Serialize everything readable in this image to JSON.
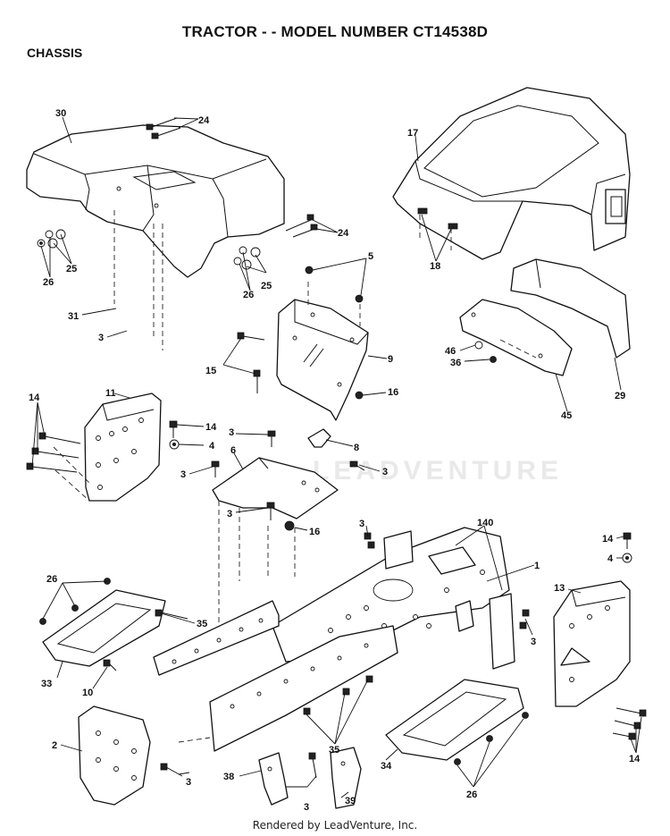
{
  "header": {
    "title": "TRACTOR - - MODEL NUMBER CT14538D",
    "section": "CHASSIS"
  },
  "watermark": "LEADVENTURE",
  "footer": "Rendered by LeadVenture, Inc.",
  "callouts": [
    {
      "id": "c30",
      "label": "30"
    },
    {
      "id": "c24a",
      "label": "24"
    },
    {
      "id": "c24b",
      "label": "24"
    },
    {
      "id": "c17",
      "label": "17"
    },
    {
      "id": "c18",
      "label": "18"
    },
    {
      "id": "c25a",
      "label": "25"
    },
    {
      "id": "c26a",
      "label": "26"
    },
    {
      "id": "c26b",
      "label": "26"
    },
    {
      "id": "c25b",
      "label": "25"
    },
    {
      "id": "c5",
      "label": "5"
    },
    {
      "id": "c31",
      "label": "31"
    },
    {
      "id": "c3a",
      "label": "3"
    },
    {
      "id": "c46",
      "label": "46"
    },
    {
      "id": "c36",
      "label": "36"
    },
    {
      "id": "c9",
      "label": "9"
    },
    {
      "id": "c15",
      "label": "15"
    },
    {
      "id": "c29",
      "label": "29"
    },
    {
      "id": "c16a",
      "label": "16"
    },
    {
      "id": "c45",
      "label": "45"
    },
    {
      "id": "c14a",
      "label": "14"
    },
    {
      "id": "c11",
      "label": "11"
    },
    {
      "id": "c14b",
      "label": "14"
    },
    {
      "id": "c3b",
      "label": "3"
    },
    {
      "id": "c4a",
      "label": "4"
    },
    {
      "id": "c8",
      "label": "8"
    },
    {
      "id": "c6",
      "label": "6"
    },
    {
      "id": "c3c",
      "label": "3"
    },
    {
      "id": "c3d",
      "label": "3"
    },
    {
      "id": "c3e",
      "label": "3"
    },
    {
      "id": "c16b",
      "label": "16"
    },
    {
      "id": "c3f",
      "label": "3"
    },
    {
      "id": "c140",
      "label": "140"
    },
    {
      "id": "c14c",
      "label": "14"
    },
    {
      "id": "c4b",
      "label": "4"
    },
    {
      "id": "c1",
      "label": "1"
    },
    {
      "id": "c26c",
      "label": "26"
    },
    {
      "id": "c13",
      "label": "13"
    },
    {
      "id": "c35a",
      "label": "35"
    },
    {
      "id": "c3g",
      "label": "3"
    },
    {
      "id": "c33",
      "label": "33"
    },
    {
      "id": "c10",
      "label": "10"
    },
    {
      "id": "c2",
      "label": "2"
    },
    {
      "id": "c35b",
      "label": "35"
    },
    {
      "id": "c14d",
      "label": "14"
    },
    {
      "id": "c34",
      "label": "34"
    },
    {
      "id": "c38",
      "label": "38"
    },
    {
      "id": "c39",
      "label": "39"
    },
    {
      "id": "c3h",
      "label": "3"
    },
    {
      "id": "c3i",
      "label": "3"
    },
    {
      "id": "c26d",
      "label": "26"
    }
  ]
}
